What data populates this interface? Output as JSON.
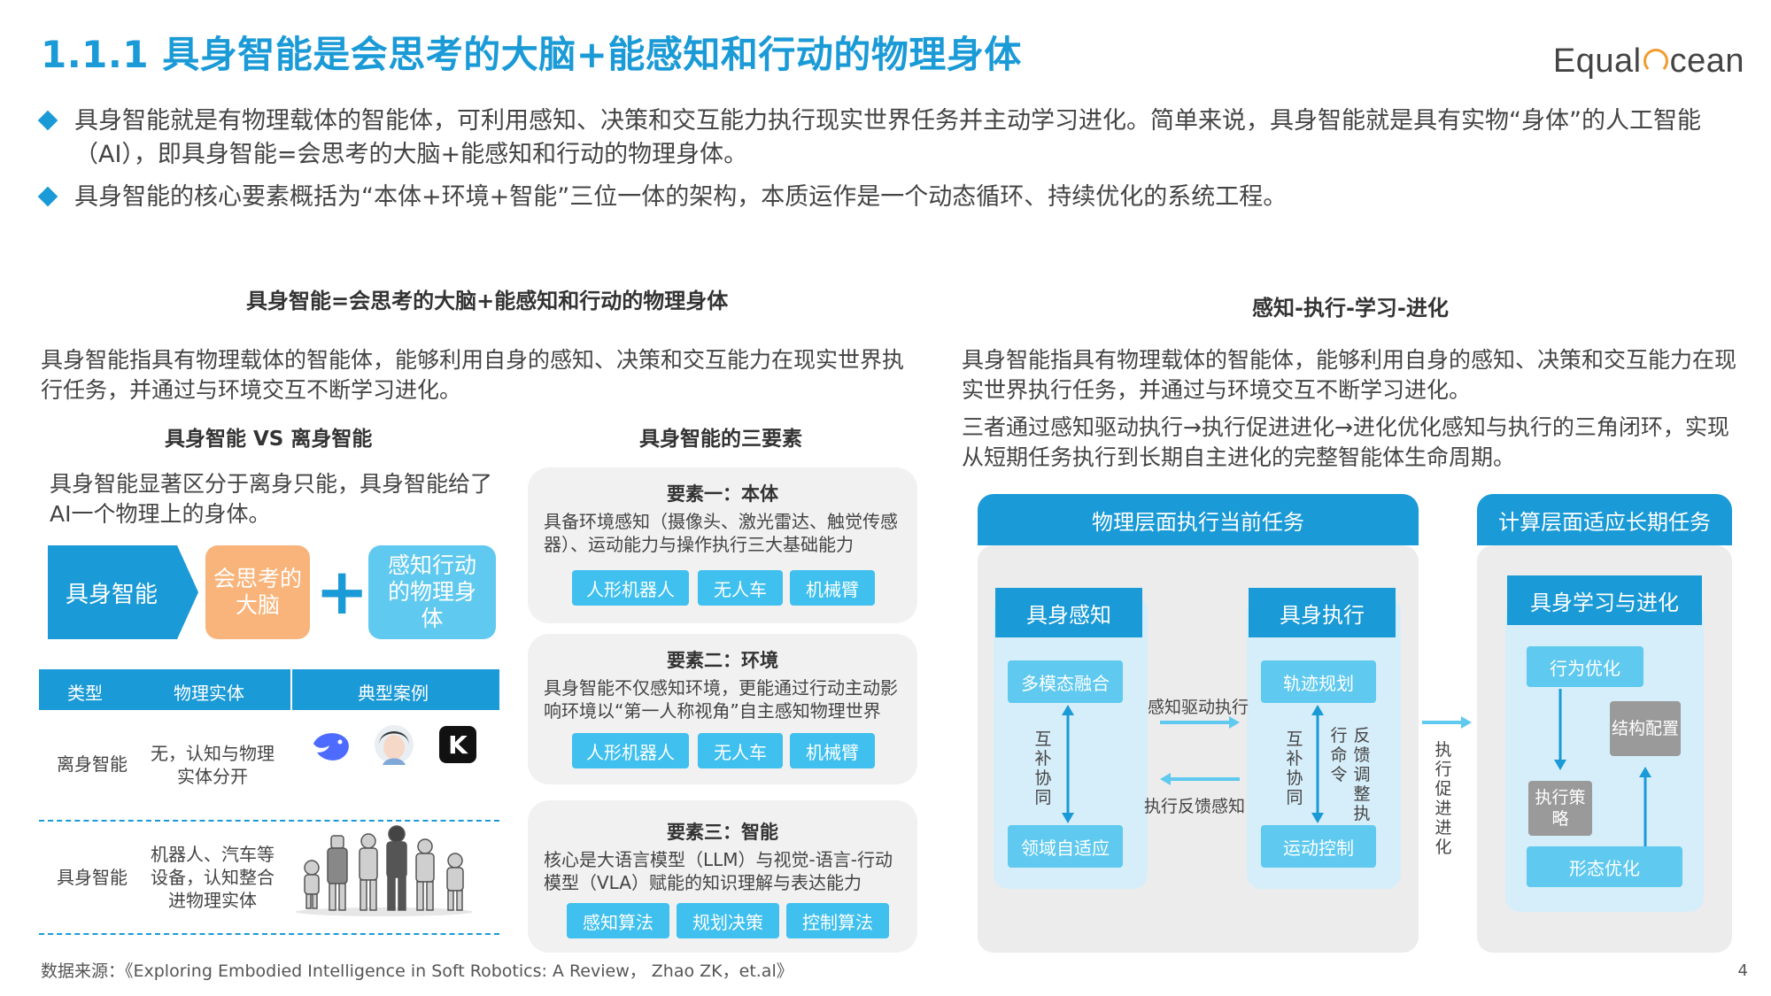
{
  "page": {
    "title": "1.1.1 具身智能是会思考的大脑+能感知和行动的物理身体",
    "logo_left": "Equal",
    "logo_right": "cean",
    "bullets": [
      "具身智能就是有物理载体的智能体，可利用感知、决策和交互能力执行现实世界任务并主动学习进化。简单来说，具身智能就是具有实物“身体”的人工智能（AI），即具身智能=会思考的大脑+能感知和行动的物理身体。",
      "具身智能的核心要素概括为“本体+环境+智能”三位一体的架构，本质运作是一个动态循环、持续优化的系统工程。"
    ],
    "footer": "数据来源：《Exploring Embodied Intelligence in Soft Robotics: A Review，  Zhao ZK，et.al》",
    "page_number": "4"
  },
  "left": {
    "section_title": "具身智能=会思考的大脑+能感知和行动的物理身体",
    "intro": "具身智能指具有物理载体的智能体，能够利用自身的感知、决策和交互能力在现实世界执行任务，并通过与环境交互不断学习进化。",
    "vs_title": "具身智能 VS 离身智能",
    "vs_desc": "具身智能显著区分于离身只能，具身智能给了AI一个物理上的身体。",
    "formula": {
      "lhs": "具身智能",
      "brain": "会思考的大脑",
      "plus": "+",
      "body": "感知行动的物理身体"
    },
    "table": {
      "headers": [
        "类型",
        "物理实体",
        "典型案例"
      ],
      "rows": [
        {
          "type": "离身智能",
          "entity": "无，认知与物理实体分开"
        },
        {
          "type": "具身智能",
          "entity": "机器人、汽车等设备，认知整合进物理实体"
        }
      ],
      "app_icons": [
        "whale-app-icon",
        "avatar-app-icon",
        "k-app-icon"
      ],
      "k_letter": "K"
    },
    "elements_title": "具身智能的三要素",
    "elements": [
      {
        "title": "要素一：本体",
        "desc": "具备环境感知（摄像头、激光雷达、触觉传感器）、运动能力与操作执行三大基础能力",
        "tags": [
          "人形机器人",
          "无人车",
          "机械臂"
        ]
      },
      {
        "title": "要素二：环境",
        "desc": "具身智能不仅感知环境，更能通过行动主动影响环境以“第一人称视角”自主感知物理世界",
        "tags": [
          "人形机器人",
          "无人车",
          "机械臂"
        ]
      },
      {
        "title": "要素三：智能",
        "desc": "核心是大语言模型（LLM）与视觉-语言-行动模型（VLA）赋能的知识理解与表达能力",
        "tags": [
          "感知算法",
          "规划决策",
          "控制算法"
        ]
      }
    ]
  },
  "right": {
    "section_title": "感知-执行-学习-进化",
    "intro1": "具身智能指具有物理载体的智能体，能够利用自身的感知、决策和交互能力在现实世界执行任务，并通过与环境交互不断学习进化。",
    "intro2": "三者通过感知驱动执行→执行促进进化→进化优化感知与执行的三角闭环，实现从短期任务执行到长期自主进化的完整智能体生命周期。",
    "physical_header": "物理层面执行当前任务",
    "compute_header": "计算层面适应长期任务",
    "perception": {
      "title": "具身感知",
      "top": "多模态融合",
      "bottom": "领域自适应",
      "side": "互补协同"
    },
    "execution": {
      "title": "具身执行",
      "top": "轨迹规划",
      "bottom": "运动控制",
      "side1": "互补协同",
      "side2": "行命令",
      "side3": "反馈调整执"
    },
    "arrow_right_label": "感知驱动执行",
    "arrow_left_label": "执行反馈感知",
    "between_label": "执行促进进化",
    "learning": {
      "title": "具身学习与进化",
      "behavior": "行为优化",
      "structure": "结构配置",
      "strategy": "执行策略",
      "morph": "形态优化"
    }
  }
}
